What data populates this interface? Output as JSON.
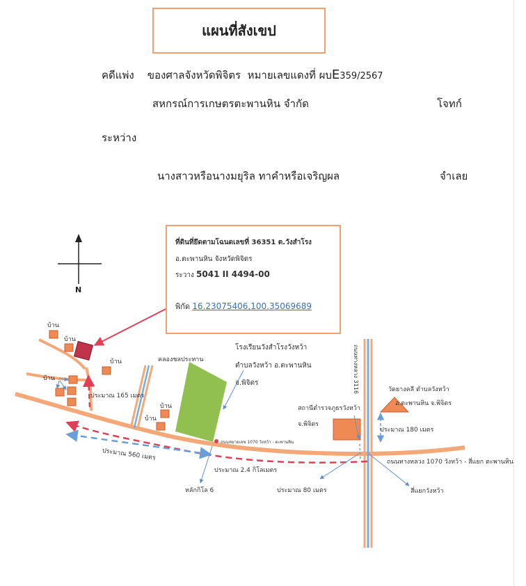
{
  "header": {
    "title": "แผนที่สังเขป",
    "case_prefix": "คดีแพ่ง",
    "court": "ของศาลจังหวัดพิจิตร",
    "red_case_label": "หมายเลขแดงที่ ผบ",
    "red_case_letter": "E",
    "red_case_number": "359/2567",
    "plaintiff_name": "สหกรณ์การเกษตรตะพานหิน จำกัด",
    "plaintiff_role": "โจทก์",
    "between": "ระหว่าง",
    "defendant_name": "นางสาวหรือนางมยุริล ทาคำหรือเจริญผล",
    "defendant_role": "จำเลย"
  },
  "map": {
    "compass_label": "N",
    "info": {
      "line1": "ที่ดินที่ยึดตามโฉนดเลขที่  36351 ต.วังสำโรง",
      "line2": "อ.ตะพานหิน   จังหวัดพิจิตร",
      "ravang_label": "ระวาง",
      "ravang_value": "5041 II 4494-00",
      "coord_label": "พิกัด",
      "coord_value": "16.23075406,100.35069689"
    },
    "labels": {
      "house": "บ้าน",
      "canal": "คลองชลประทาน",
      "school_1": "โรงเรียนวังสำโรงวังหว้า",
      "school_2": "ตำบลวังหว้า   อ.ตะพานหิน",
      "school_3": "จ.พิจิตร",
      "road_3116": "ถนนทางหลวง 3116",
      "temple_1": "วัดยางคลี  ตำบลวังหว้า",
      "temple_2": "อ.ตะพานหิน  จ.พิจิตร",
      "police_1": "สถานีตำรวจภูธรวังหว้า",
      "police_2": "จ.พิจิตร",
      "dist_165": "ประมาณ  165  เมตร",
      "dist_180": "ประมาณ  180  เมตร",
      "dist_560": "ประมาณ  560  เมตร",
      "dist_24": "ประมาณ  2.4    กิโลเมตร",
      "dist_80": "ประมาณ  80  เมตร",
      "road_1070_small": "ถนนหมายเลข  1070  วังหว้า - ตะพานหิน",
      "road_1070": "ถนนทางหลวง  1070   วังหว้า - สี่แยก ตะพานหิน",
      "km_post": "หลักกิโล  6",
      "junction": "สี่แยกวังหว้า"
    }
  },
  "colors": {
    "road_orange": "#f4a878",
    "box_orange": "#f08a55",
    "target_red": "#c0334a",
    "field_green": "#92c050",
    "water_blue": "#7aaae0",
    "red_arrow": "#e04055",
    "blue_dash": "#6a9ed8"
  }
}
